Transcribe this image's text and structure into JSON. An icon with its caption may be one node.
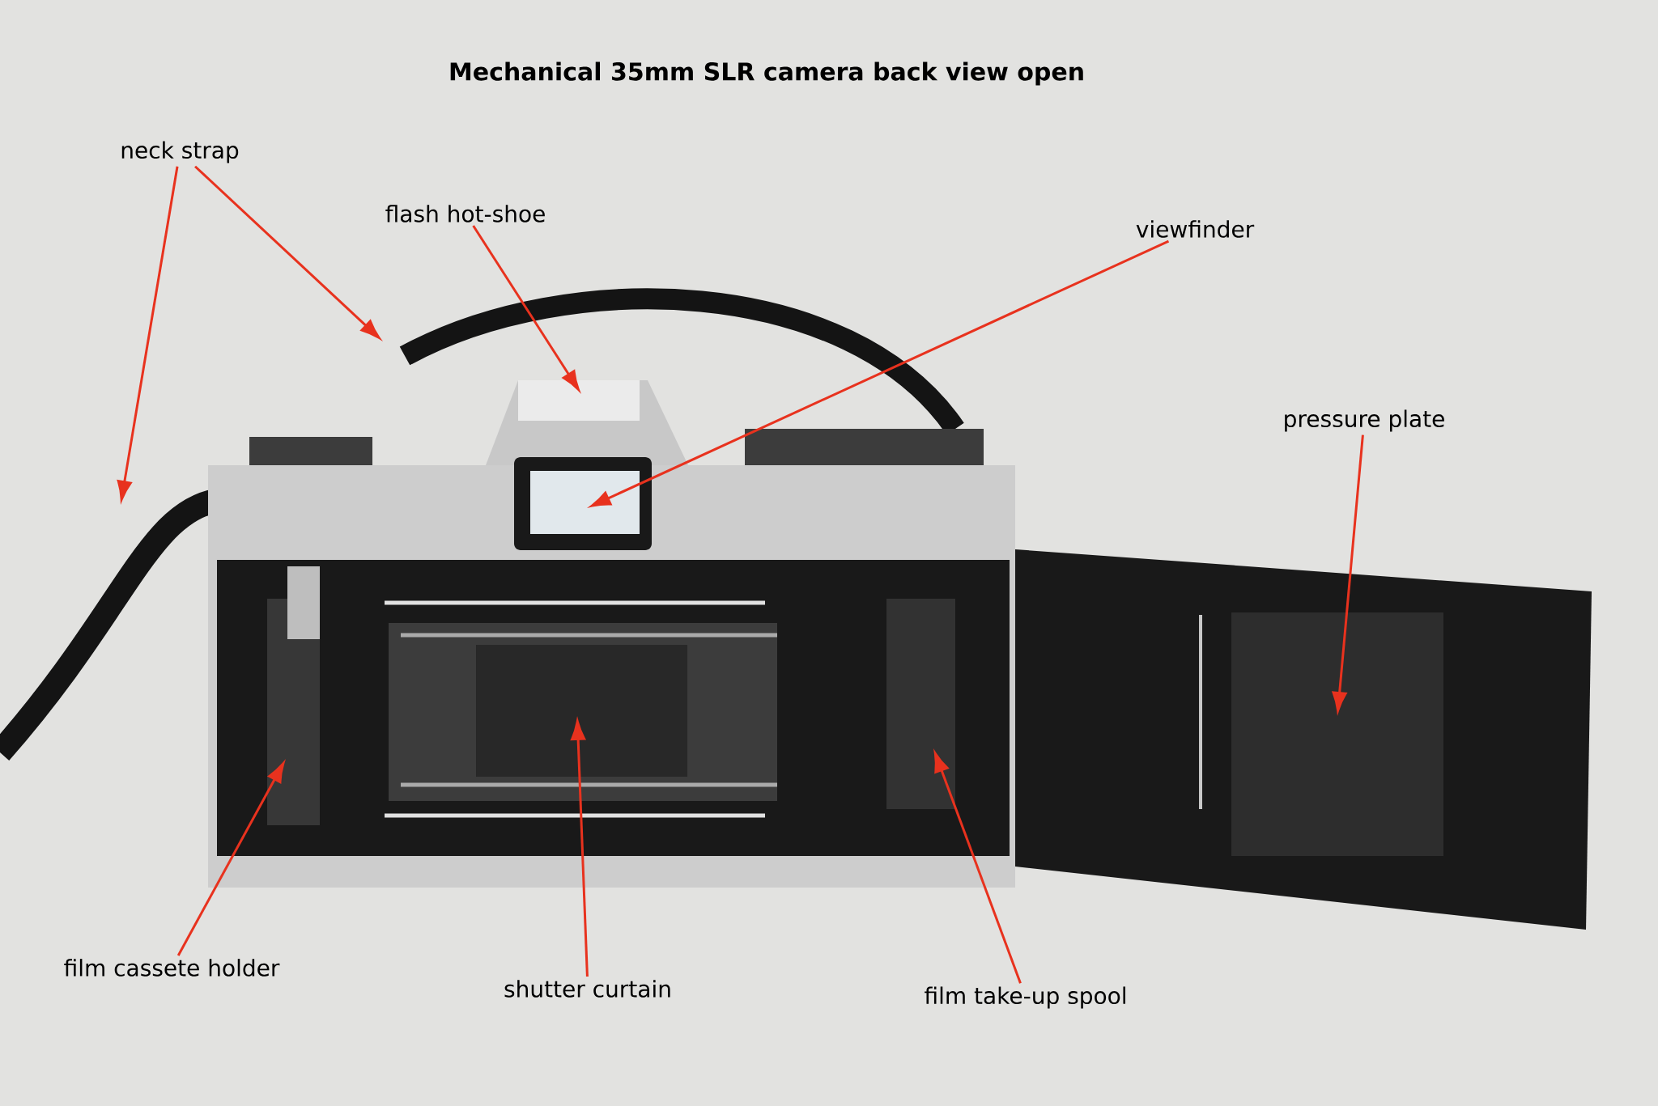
{
  "diagram": {
    "title": "Mechanical 35mm SLR camera back view open",
    "nodes": [
      {
        "text": [
          "neck strap"
        ]
      },
      {
        "text": [
          "flash hot-shoe"
        ]
      },
      {
        "text": [
          "viewfinder"
        ]
      },
      {
        "text": [
          "pressure plate"
        ]
      },
      {
        "text": [
          "film cassete holder"
        ]
      },
      {
        "text": [
          "shutter curtain"
        ]
      },
      {
        "text": [
          "film take-up spool"
        ]
      }
    ],
    "edges": [
      {
        "from": 0,
        "to": null,
        "arrow": "to"
      },
      {
        "from": 0,
        "to": null,
        "arrow": "to"
      },
      {
        "from": 1,
        "to": null,
        "arrow": "to"
      },
      {
        "from": 2,
        "to": null,
        "arrow": "to"
      },
      {
        "from": 3,
        "to": null,
        "arrow": "to"
      },
      {
        "from": 4,
        "to": null,
        "arrow": "to"
      },
      {
        "from": 5,
        "to": null,
        "arrow": "to"
      },
      {
        "from": 6,
        "to": null,
        "arrow": "to"
      }
    ]
  }
}
